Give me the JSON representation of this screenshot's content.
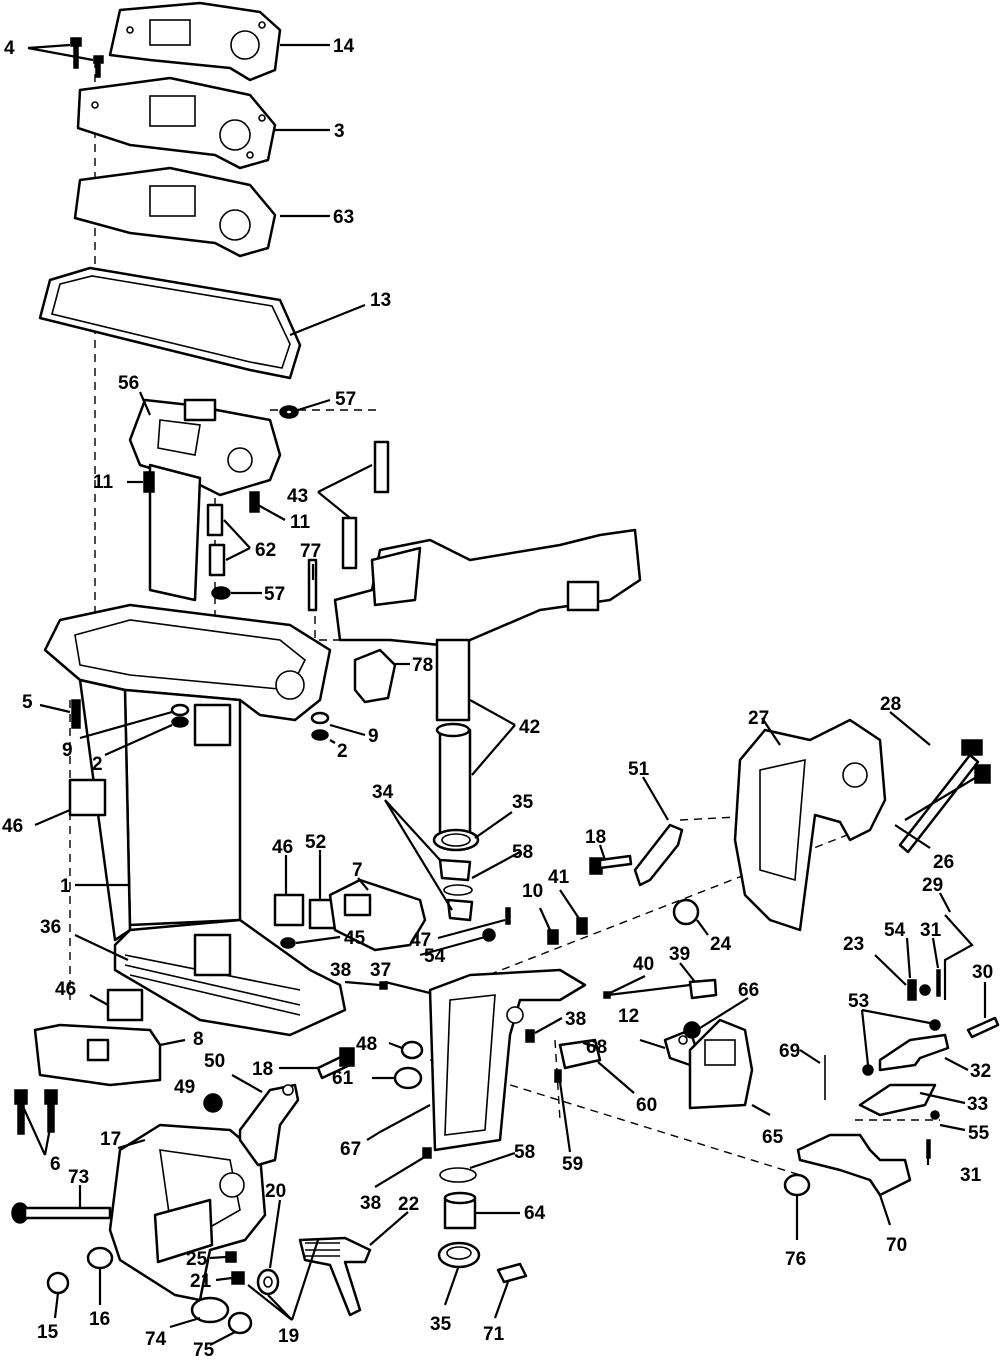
{
  "diagram": {
    "callouts": [
      {
        "id": "c4",
        "text": "4"
      },
      {
        "id": "c14",
        "text": "14"
      },
      {
        "id": "c3",
        "text": "3"
      },
      {
        "id": "c63",
        "text": "63"
      },
      {
        "id": "c13",
        "text": "13"
      },
      {
        "id": "c56",
        "text": "56"
      },
      {
        "id": "c57a",
        "text": "57"
      },
      {
        "id": "c11a",
        "text": "11"
      },
      {
        "id": "c43",
        "text": "43"
      },
      {
        "id": "c11b",
        "text": "11"
      },
      {
        "id": "c62",
        "text": "62"
      },
      {
        "id": "c77",
        "text": "77"
      },
      {
        "id": "c57b",
        "text": "57"
      },
      {
        "id": "c78",
        "text": "78"
      },
      {
        "id": "c5",
        "text": "5"
      },
      {
        "id": "c9a",
        "text": "9"
      },
      {
        "id": "c2a",
        "text": "2"
      },
      {
        "id": "c9b",
        "text": "9"
      },
      {
        "id": "c2b",
        "text": "2"
      },
      {
        "id": "c42",
        "text": "42"
      },
      {
        "id": "c27",
        "text": "27"
      },
      {
        "id": "c28",
        "text": "28"
      },
      {
        "id": "c51",
        "text": "51"
      },
      {
        "id": "c46a",
        "text": "46"
      },
      {
        "id": "c35a",
        "text": "35"
      },
      {
        "id": "c34",
        "text": "34"
      },
      {
        "id": "c7",
        "text": "7"
      },
      {
        "id": "c52",
        "text": "52"
      },
      {
        "id": "c46b",
        "text": "46"
      },
      {
        "id": "c18a",
        "text": "18"
      },
      {
        "id": "c58a",
        "text": "58"
      },
      {
        "id": "c26",
        "text": "26"
      },
      {
        "id": "c1",
        "text": "1"
      },
      {
        "id": "c41",
        "text": "41"
      },
      {
        "id": "c10",
        "text": "10"
      },
      {
        "id": "c29",
        "text": "29"
      },
      {
        "id": "c24",
        "text": "24"
      },
      {
        "id": "c36",
        "text": "36"
      },
      {
        "id": "c45",
        "text": "45"
      },
      {
        "id": "c47",
        "text": "47"
      },
      {
        "id": "c54a",
        "text": "54"
      },
      {
        "id": "c31a",
        "text": "31"
      },
      {
        "id": "c54b",
        "text": "54"
      },
      {
        "id": "c23",
        "text": "23"
      },
      {
        "id": "c38a",
        "text": "38"
      },
      {
        "id": "c37",
        "text": "37"
      },
      {
        "id": "c40",
        "text": "40"
      },
      {
        "id": "c39",
        "text": "39"
      },
      {
        "id": "c30",
        "text": "30"
      },
      {
        "id": "c46c",
        "text": "46"
      },
      {
        "id": "c66",
        "text": "66"
      },
      {
        "id": "c38b",
        "text": "38"
      },
      {
        "id": "c53",
        "text": "53"
      },
      {
        "id": "c12",
        "text": "12"
      },
      {
        "id": "c8",
        "text": "8"
      },
      {
        "id": "c48",
        "text": "48"
      },
      {
        "id": "c68",
        "text": "68"
      },
      {
        "id": "c69",
        "text": "69"
      },
      {
        "id": "c32",
        "text": "32"
      },
      {
        "id": "c50",
        "text": "50"
      },
      {
        "id": "c18b",
        "text": "18"
      },
      {
        "id": "c61",
        "text": "61"
      },
      {
        "id": "c60",
        "text": "60"
      },
      {
        "id": "c33",
        "text": "33"
      },
      {
        "id": "c49",
        "text": "49"
      },
      {
        "id": "c17",
        "text": "17"
      },
      {
        "id": "c55",
        "text": "55"
      },
      {
        "id": "c65",
        "text": "65"
      },
      {
        "id": "c6",
        "text": "6"
      },
      {
        "id": "c67",
        "text": "67"
      },
      {
        "id": "c59",
        "text": "59"
      },
      {
        "id": "c58b",
        "text": "58"
      },
      {
        "id": "c31b",
        "text": "31"
      },
      {
        "id": "c73",
        "text": "73"
      },
      {
        "id": "c38c",
        "text": "38"
      },
      {
        "id": "c20",
        "text": "20"
      },
      {
        "id": "c22",
        "text": "22"
      },
      {
        "id": "c64",
        "text": "64"
      },
      {
        "id": "c70",
        "text": "70"
      },
      {
        "id": "c76",
        "text": "76"
      },
      {
        "id": "c25",
        "text": "25"
      },
      {
        "id": "c21",
        "text": "21"
      },
      {
        "id": "c15",
        "text": "15"
      },
      {
        "id": "c16",
        "text": "16"
      },
      {
        "id": "c35b",
        "text": "35"
      },
      {
        "id": "c71",
        "text": "71"
      },
      {
        "id": "c19",
        "text": "19"
      },
      {
        "id": "c74",
        "text": "74"
      },
      {
        "id": "c75",
        "text": "75"
      }
    ]
  }
}
